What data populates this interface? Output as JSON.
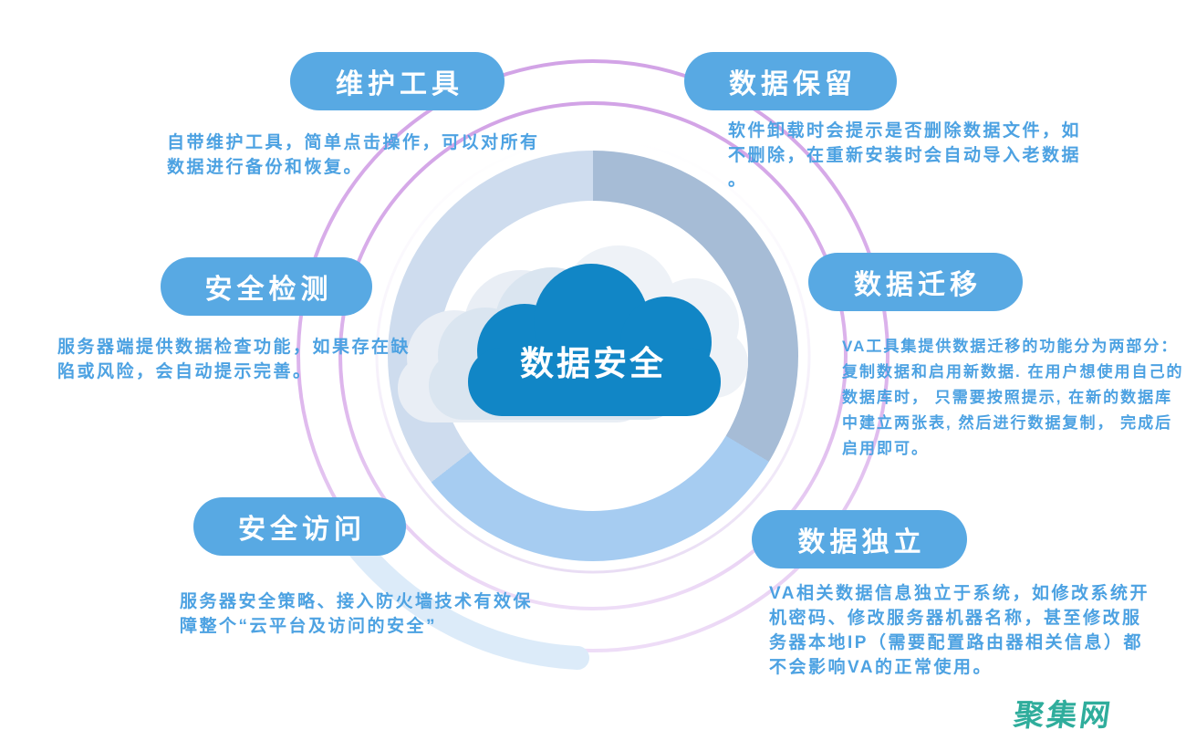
{
  "diagram": {
    "type": "hub-and-spoke infographic",
    "center_title": "数据安全",
    "watermark": "聚集网"
  },
  "nodes": [
    {
      "id": "maintenance-tools",
      "label": "维护工具",
      "description": "自带维护工具，简单点击操作，可以对所有数据进行备份和恢复。"
    },
    {
      "id": "data-retention",
      "label": "数据保留",
      "description": "软件卸载时会提示是否删除数据文件，如不删除，在重新安装时会自动导入老数据。"
    },
    {
      "id": "security-detection",
      "label": "安全检测",
      "description": "服务器端提供数据检查功能，如果存在缺陷或风险，会自动提示完善。"
    },
    {
      "id": "data-migration",
      "label": "数据迁移",
      "description": "VA工具集提供数据迁移的功能分为两部分：复制数据和启用新数据. 在用户想使用自己的数据库时， 只需要按照提示, 在新的数据库中建立两张表, 然后进行数据复制， 完成后启用即可。"
    },
    {
      "id": "secure-access",
      "label": "安全访问",
      "description": "服务器安全策略、接入防火墙技术有效保障整个“云平台及访问的安全”"
    },
    {
      "id": "data-independence",
      "label": "数据独立",
      "description": "VA相关数据信息独立于系统，如修改系统开机密码、修改服务器机器名称，甚至修改服务器本地IP（需要配置路由器相关信息）都不会影响VA的正常使用。"
    }
  ],
  "ring": {
    "segments": [
      {
        "from_deg": 0,
        "to_deg": 121,
        "color": "#a6bcd6"
      },
      {
        "from_deg": 121,
        "to_deg": 232,
        "color": "#a6ccf1"
      },
      {
        "from_deg": 232,
        "to_deg": 360,
        "color": "#cedcee"
      }
    ]
  },
  "colors": {
    "pill": "#58a9e3",
    "cloud_main": "#1186c6",
    "cloud_echo_light": "#e9eef5",
    "cloud_echo_mid": "#dae5f0",
    "description_text": "#4da2e2",
    "decorative_purple": "#d2a3e6",
    "decorative_blue_arc": "#dcebf9",
    "watermark": "#2fad9c",
    "title_text": "#ffffff"
  }
}
